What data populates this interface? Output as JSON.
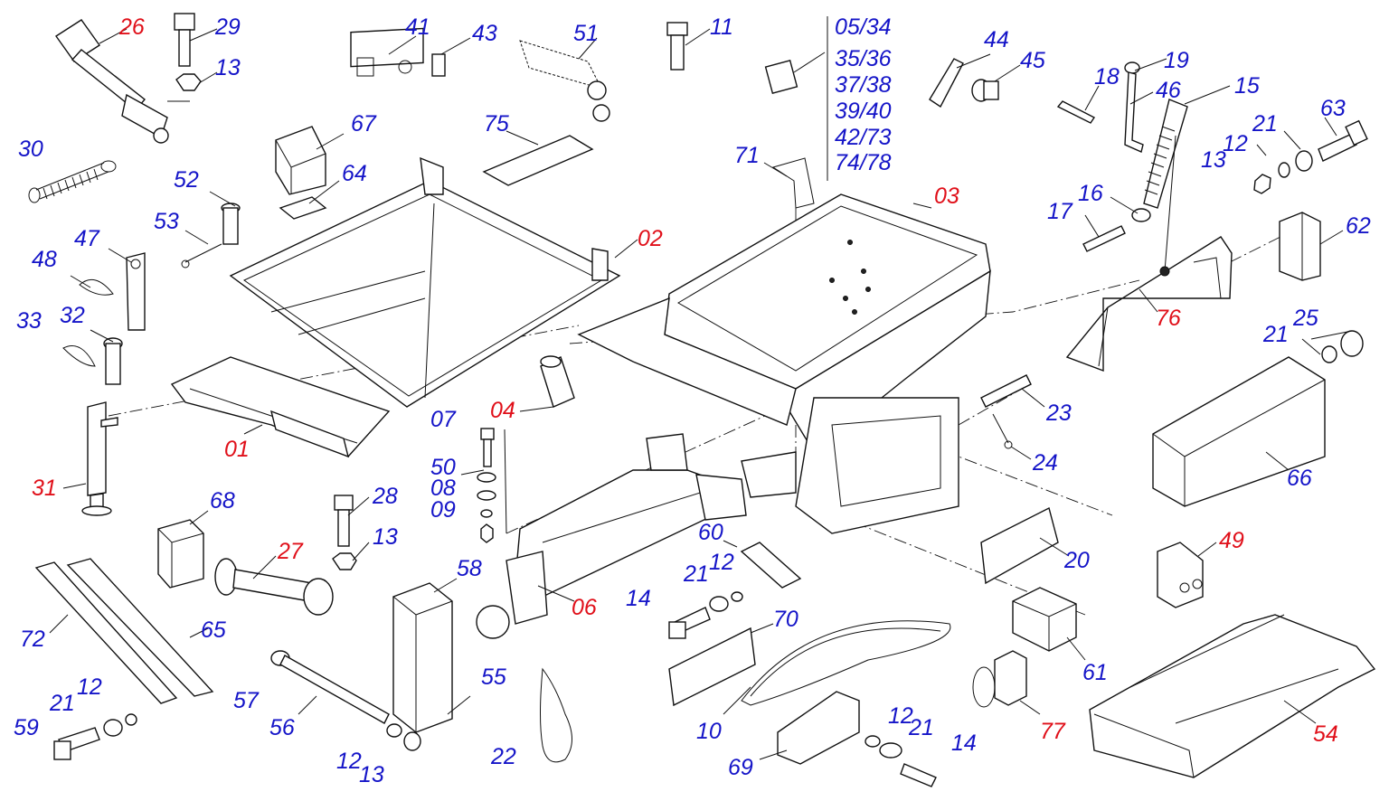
{
  "diagram": {
    "colors": {
      "callout_standard": "#1515c8",
      "callout_main_assembly": "#e0101a",
      "linework": "#111111"
    },
    "callouts": [
      {
        "id": "c26",
        "text": "26",
        "color": "red"
      },
      {
        "id": "c29",
        "text": "29",
        "color": "blue"
      },
      {
        "id": "c13a",
        "text": "13",
        "color": "blue"
      },
      {
        "id": "c41",
        "text": "41",
        "color": "blue"
      },
      {
        "id": "c43",
        "text": "43",
        "color": "blue"
      },
      {
        "id": "c51",
        "text": "51",
        "color": "blue"
      },
      {
        "id": "c11",
        "text": "11",
        "color": "blue"
      },
      {
        "id": "c0534",
        "text": "05/34",
        "color": "blue"
      },
      {
        "id": "c3536",
        "text": "35/36",
        "color": "blue"
      },
      {
        "id": "c3738",
        "text": "37/38",
        "color": "blue"
      },
      {
        "id": "c3940",
        "text": "39/40",
        "color": "blue"
      },
      {
        "id": "c4273",
        "text": "42/73",
        "color": "blue"
      },
      {
        "id": "c7478",
        "text": "74/78",
        "color": "blue"
      },
      {
        "id": "c44",
        "text": "44",
        "color": "blue"
      },
      {
        "id": "c45",
        "text": "45",
        "color": "blue"
      },
      {
        "id": "c18",
        "text": "18",
        "color": "blue"
      },
      {
        "id": "c19",
        "text": "19",
        "color": "blue"
      },
      {
        "id": "c46",
        "text": "46",
        "color": "blue"
      },
      {
        "id": "c15",
        "text": "15",
        "color": "blue"
      },
      {
        "id": "c63",
        "text": "63",
        "color": "blue"
      },
      {
        "id": "c21a",
        "text": "21",
        "color": "blue"
      },
      {
        "id": "c12a",
        "text": "12",
        "color": "blue"
      },
      {
        "id": "c13b",
        "text": "13",
        "color": "blue"
      },
      {
        "id": "c30",
        "text": "30",
        "color": "blue"
      },
      {
        "id": "c67",
        "text": "67",
        "color": "blue"
      },
      {
        "id": "c75",
        "text": "75",
        "color": "blue"
      },
      {
        "id": "c64",
        "text": "64",
        "color": "blue"
      },
      {
        "id": "c52",
        "text": "52",
        "color": "blue"
      },
      {
        "id": "c71",
        "text": "71",
        "color": "blue"
      },
      {
        "id": "c03",
        "text": "03",
        "color": "red"
      },
      {
        "id": "c16",
        "text": "16",
        "color": "blue"
      },
      {
        "id": "c17",
        "text": "17",
        "color": "blue"
      },
      {
        "id": "c53",
        "text": "53",
        "color": "blue"
      },
      {
        "id": "c02",
        "text": "02",
        "color": "red"
      },
      {
        "id": "c62",
        "text": "62",
        "color": "blue"
      },
      {
        "id": "c47",
        "text": "47",
        "color": "blue"
      },
      {
        "id": "c48",
        "text": "48",
        "color": "blue"
      },
      {
        "id": "c33",
        "text": "33",
        "color": "blue"
      },
      {
        "id": "c32",
        "text": "32",
        "color": "blue"
      },
      {
        "id": "c76",
        "text": "76",
        "color": "red"
      },
      {
        "id": "c25",
        "text": "25",
        "color": "blue"
      },
      {
        "id": "c21b",
        "text": "21",
        "color": "blue"
      },
      {
        "id": "c04",
        "text": "04",
        "color": "red"
      },
      {
        "id": "c07",
        "text": "07",
        "color": "blue"
      },
      {
        "id": "c23",
        "text": "23",
        "color": "blue"
      },
      {
        "id": "c01",
        "text": "01",
        "color": "red"
      },
      {
        "id": "c24",
        "text": "24",
        "color": "blue"
      },
      {
        "id": "c50",
        "text": "50",
        "color": "blue"
      },
      {
        "id": "c31",
        "text": "31",
        "color": "red"
      },
      {
        "id": "c08",
        "text": "08",
        "color": "blue"
      },
      {
        "id": "c66",
        "text": "66",
        "color": "blue"
      },
      {
        "id": "c68",
        "text": "68",
        "color": "blue"
      },
      {
        "id": "c28",
        "text": "28",
        "color": "blue"
      },
      {
        "id": "c09",
        "text": "09",
        "color": "blue"
      },
      {
        "id": "c13c",
        "text": "13",
        "color": "blue"
      },
      {
        "id": "c60",
        "text": "60",
        "color": "blue"
      },
      {
        "id": "c49",
        "text": "49",
        "color": "red"
      },
      {
        "id": "c27",
        "text": "27",
        "color": "red"
      },
      {
        "id": "c20",
        "text": "20",
        "color": "blue"
      },
      {
        "id": "c21c",
        "text": "21",
        "color": "blue"
      },
      {
        "id": "c12b",
        "text": "12",
        "color": "blue"
      },
      {
        "id": "c58",
        "text": "58",
        "color": "blue"
      },
      {
        "id": "c14a",
        "text": "14",
        "color": "blue"
      },
      {
        "id": "c06",
        "text": "06",
        "color": "red"
      },
      {
        "id": "c70",
        "text": "70",
        "color": "blue"
      },
      {
        "id": "c72",
        "text": "72",
        "color": "blue"
      },
      {
        "id": "c65",
        "text": "65",
        "color": "blue"
      },
      {
        "id": "c61",
        "text": "61",
        "color": "blue"
      },
      {
        "id": "c55",
        "text": "55",
        "color": "blue"
      },
      {
        "id": "c57",
        "text": "57",
        "color": "blue"
      },
      {
        "id": "c21d",
        "text": "21",
        "color": "blue"
      },
      {
        "id": "c12c",
        "text": "12",
        "color": "blue"
      },
      {
        "id": "c59",
        "text": "59",
        "color": "blue"
      },
      {
        "id": "c56",
        "text": "56",
        "color": "blue"
      },
      {
        "id": "c10",
        "text": "10",
        "color": "blue"
      },
      {
        "id": "c12d",
        "text": "12",
        "color": "blue"
      },
      {
        "id": "c21e",
        "text": "21",
        "color": "blue"
      },
      {
        "id": "c77",
        "text": "77",
        "color": "red"
      },
      {
        "id": "c54",
        "text": "54",
        "color": "red"
      },
      {
        "id": "c22",
        "text": "22",
        "color": "blue"
      },
      {
        "id": "c12e",
        "text": "12",
        "color": "blue"
      },
      {
        "id": "c13d",
        "text": "13",
        "color": "blue"
      },
      {
        "id": "c14b",
        "text": "14",
        "color": "blue"
      },
      {
        "id": "c69",
        "text": "69",
        "color": "blue"
      }
    ]
  }
}
